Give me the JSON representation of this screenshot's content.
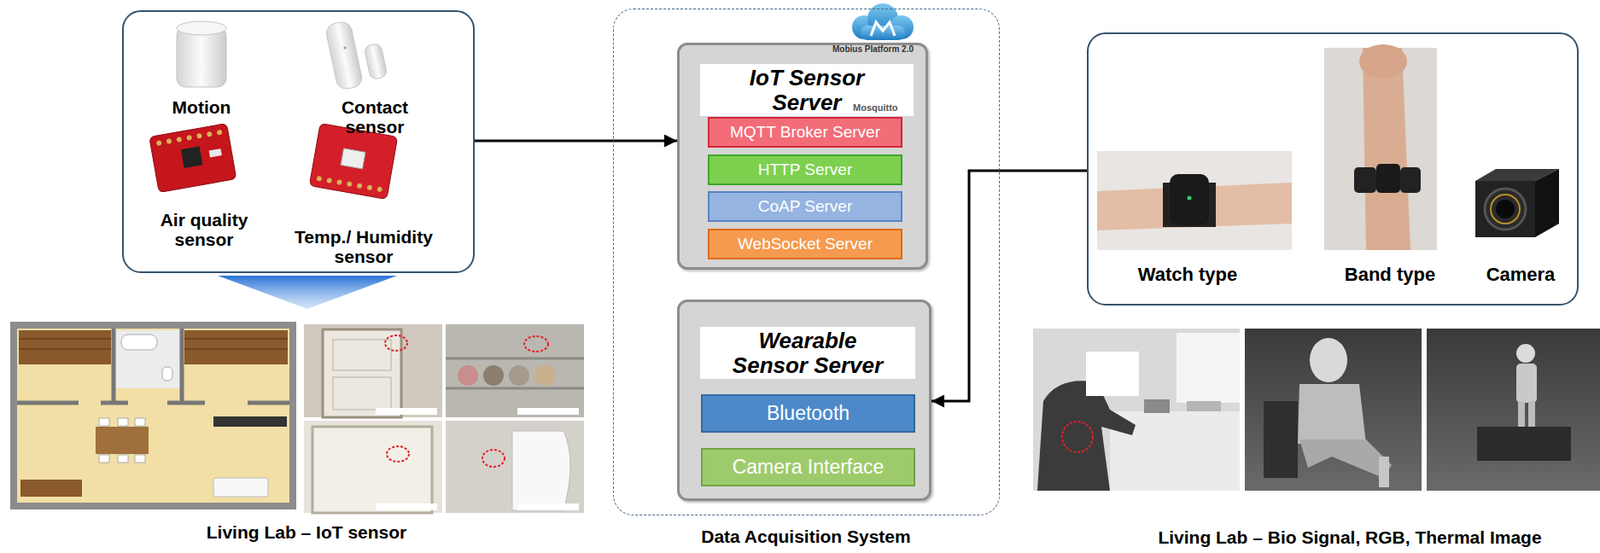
{
  "diagram": {
    "nodes": [
      {
        "text": [
          "Motion",
          "Contact sensor",
          "Air quality sensor",
          "Temp./ Humidity sensor"
        ]
      },
      {
        "text": [
          "Data Acquisition System"
        ]
      },
      {
        "text": [
          "IoT Sensor Server"
        ],
        "in": 1
      },
      {
        "text": [
          "MQTT Broker Server"
        ],
        "in": 2
      },
      {
        "text": [
          "HTTP Server"
        ],
        "in": 2
      },
      {
        "text": [
          "CoAP Server"
        ],
        "in": 2
      },
      {
        "text": [
          "WebSocket Server"
        ],
        "in": 2
      },
      {
        "text": [
          "Wearable Sensor Server"
        ],
        "in": 1
      },
      {
        "text": [
          "Bluetooth"
        ],
        "in": 7
      },
      {
        "text": [
          "Camera Interface"
        ],
        "in": 7
      },
      {
        "text": [
          "Watch type",
          "Band type",
          "Camera"
        ]
      }
    ],
    "edges": [
      {
        "from": 0,
        "to": 2,
        "arrow": "to"
      },
      {
        "from": 10,
        "to": 7,
        "arrow": "to"
      }
    ],
    "labels": [
      "Mobius Platform 2.0",
      "Mosquitto",
      "Living Lab – IoT sensor",
      "Living Lab – Bio Signal, RGB, Thermal Image"
    ]
  }
}
